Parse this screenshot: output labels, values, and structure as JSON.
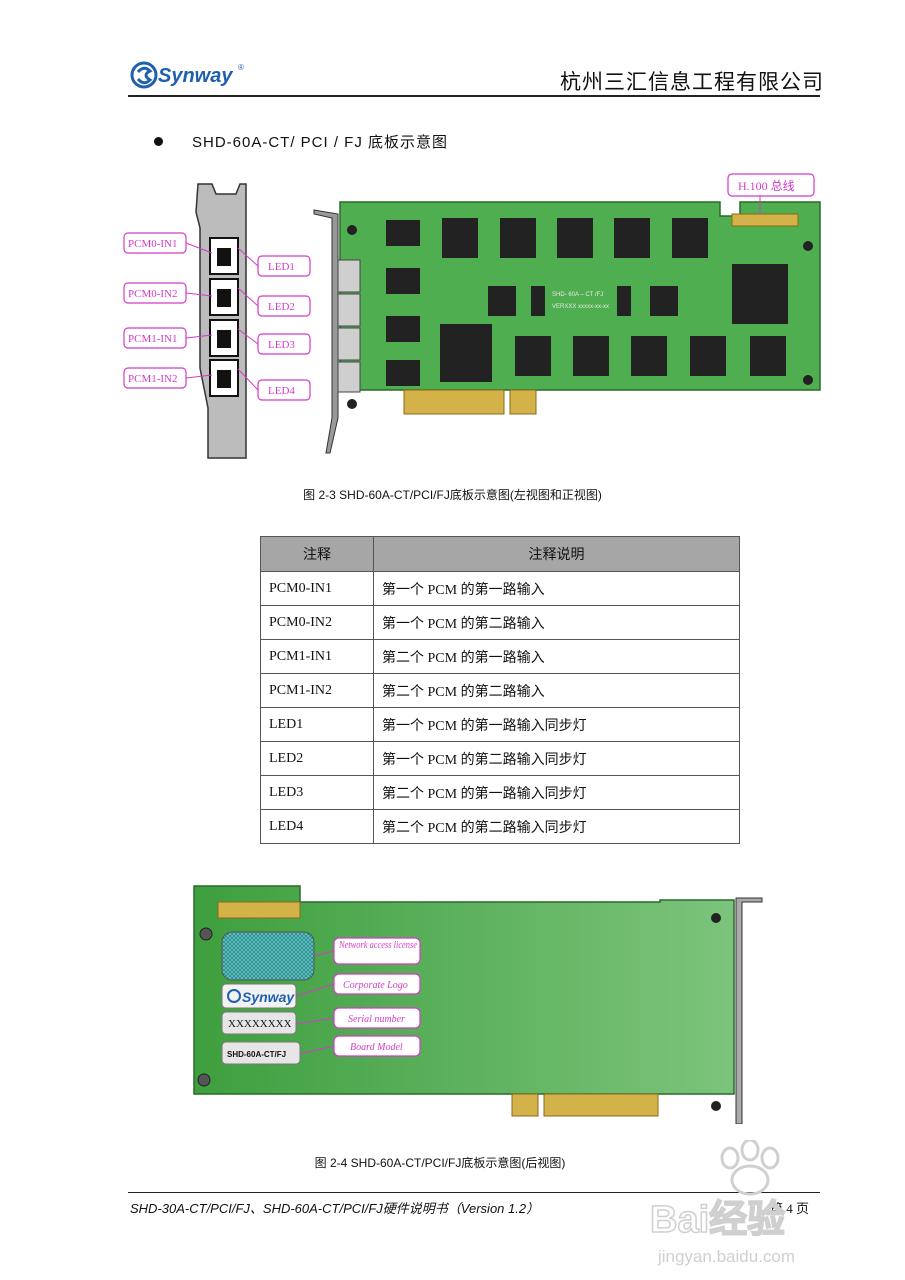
{
  "header": {
    "logo_text": "Synway",
    "logo_reg": "®",
    "company": "杭州三汇信息工程有限公司"
  },
  "section_title": "SHD-60A-CT/ PCI / FJ 底板示意图",
  "figure1": {
    "labels": {
      "pcm0_in1": "PCM0-IN1",
      "pcm0_in2": "PCM0-IN2",
      "pcm1_in1": "PCM1-IN1",
      "pcm1_in2": "PCM1-IN2",
      "led1": "LED1",
      "led2": "LED2",
      "led3": "LED3",
      "led4": "LED4",
      "h100": "H.100 总线"
    },
    "silk1": "SHD- 60A – CT /FJ",
    "silk2": "VERXXX xxxxx-xx-xx",
    "caption": "图 2-3    SHD-60A-CT/PCI/FJ底板示意图(左视图和正视图)"
  },
  "table": {
    "headers": [
      "注释",
      "注释说明"
    ],
    "rows": [
      [
        "PCM0-IN1",
        "第一个 PCM 的第一路输入"
      ],
      [
        "PCM0-IN2",
        "第一个 PCM 的第二路输入"
      ],
      [
        "PCM1-IN1",
        "第二个 PCM 的第一路输入"
      ],
      [
        "PCM1-IN2",
        "第二个 PCM 的第二路输入"
      ],
      [
        "LED1",
        "第一个 PCM 的第一路输入同步灯"
      ],
      [
        "LED2",
        "第一个 PCM 的第二路输入同步灯"
      ],
      [
        "LED3",
        "第二个 PCM 的第一路输入同步灯"
      ],
      [
        "LED4",
        "第二个 PCM 的第二路输入同步灯"
      ]
    ]
  },
  "figure2": {
    "callouts": {
      "network": "Network access license",
      "logo": "Corporate Logo",
      "serial": "Serial number",
      "model": "Board Model"
    },
    "serial_value": "XXXXXXXX",
    "model_value": "SHD-60A-CT/FJ",
    "logo_text": "Synway",
    "caption": "图 2-4    SHD-60A-CT/PCI/FJ底板示意图(后视图)"
  },
  "footer": {
    "doc": "SHD-30A-CT/PCI/FJ、SHD-60A-CT/PCI/FJ硬件说明书（Version 1.2）",
    "page": "第 4 页"
  },
  "watermark": {
    "brand": "Bai经验",
    "url": "jingyan.baidu.com"
  },
  "colors": {
    "pcb_green": "#4fae4f",
    "callout_pink": "#d23cc8",
    "chip": "#222222"
  }
}
